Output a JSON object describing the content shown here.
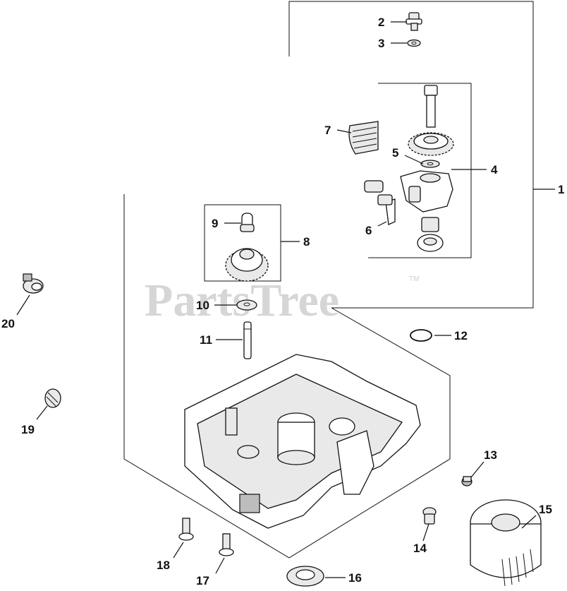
{
  "watermark": {
    "text": "PartsTree",
    "trademark": "TM"
  },
  "callouts": [
    {
      "id": "1",
      "label": "1"
    },
    {
      "id": "2",
      "label": "2"
    },
    {
      "id": "3",
      "label": "3"
    },
    {
      "id": "4",
      "label": "4"
    },
    {
      "id": "5",
      "label": "5"
    },
    {
      "id": "6",
      "label": "6"
    },
    {
      "id": "7",
      "label": "7"
    },
    {
      "id": "8",
      "label": "8"
    },
    {
      "id": "9",
      "label": "9"
    },
    {
      "id": "10",
      "label": "10"
    },
    {
      "id": "11",
      "label": "11"
    },
    {
      "id": "12",
      "label": "12"
    },
    {
      "id": "13",
      "label": "13"
    },
    {
      "id": "14",
      "label": "14"
    },
    {
      "id": "15",
      "label": "15"
    },
    {
      "id": "16",
      "label": "16"
    },
    {
      "id": "17",
      "label": "17"
    },
    {
      "id": "18",
      "label": "18"
    },
    {
      "id": "19",
      "label": "19"
    },
    {
      "id": "20",
      "label": "20"
    }
  ]
}
